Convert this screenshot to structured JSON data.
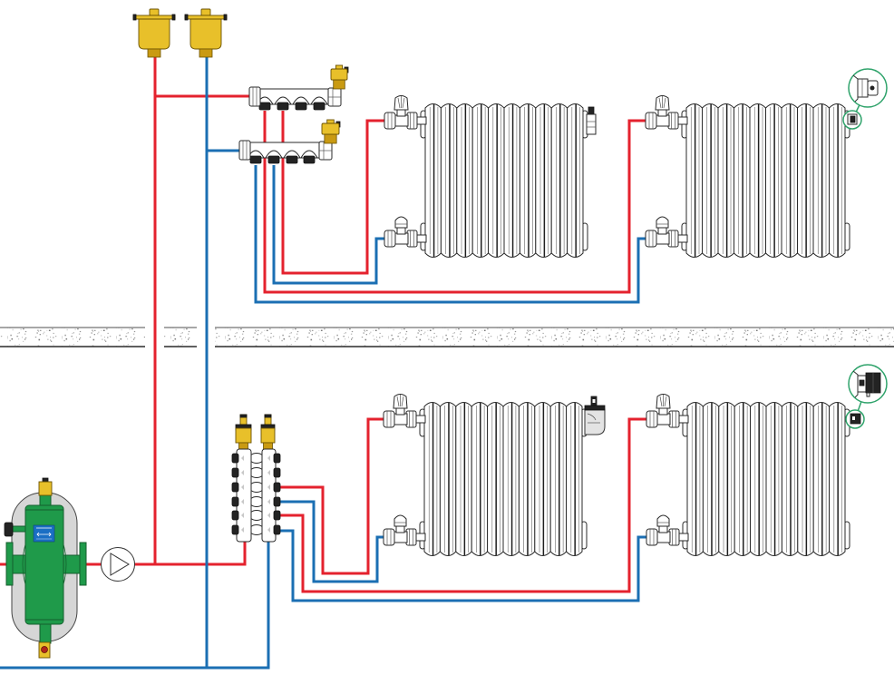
{
  "diagram": {
    "colors": {
      "supply": "#e4222e",
      "return": "#1b6fb3",
      "separator_body": "#1f9a4a",
      "separator_jacket": "#d6d6d6",
      "vent_brass": "#e8c02a",
      "detail_circle": "#2fa36b",
      "separator_label": "#1a6fc4",
      "outline": "#2a2a2a"
    },
    "floors": [
      {
        "name": "upper-floor",
        "manifolds": [
          {
            "name": "upper-supply-manifold",
            "pipe": "supply",
            "outlets": 4,
            "connected_outlets": 2,
            "air_vent": true
          },
          {
            "name": "upper-return-manifold",
            "pipe": "return",
            "outlets": 4,
            "connected_outlets": 2,
            "air_vent": true
          }
        ],
        "radiators": [
          {
            "name": "radiator-upper-left",
            "sections": 10,
            "top_valve": "thermostatic",
            "bottom_valve": "lockshield",
            "accessory": "bleed-valve"
          },
          {
            "name": "radiator-upper-right",
            "sections": 10,
            "top_valve": "thermostatic",
            "bottom_valve": "lockshield",
            "accessory": "bleed-valve-detail"
          }
        ]
      },
      {
        "name": "ground-floor",
        "manifolds": [
          {
            "name": "ground-vertical-manifold",
            "bars": 2,
            "outlets_per_bar": 6,
            "connected_outlets": 4,
            "air_vents": 2
          }
        ],
        "radiators": [
          {
            "name": "radiator-ground-left",
            "sections": 10,
            "top_valve": "thermostatic",
            "bottom_valve": "lockshield",
            "accessory": "automatic-air-vent"
          },
          {
            "name": "radiator-ground-right",
            "sections": 10,
            "top_valve": "thermostatic",
            "bottom_valve": "lockshield",
            "accessory": "air-vent-detail"
          }
        ]
      }
    ],
    "plant": {
      "pump": "circulator-pump",
      "separator": "dirt-separator",
      "main_air_vents": 2
    }
  }
}
